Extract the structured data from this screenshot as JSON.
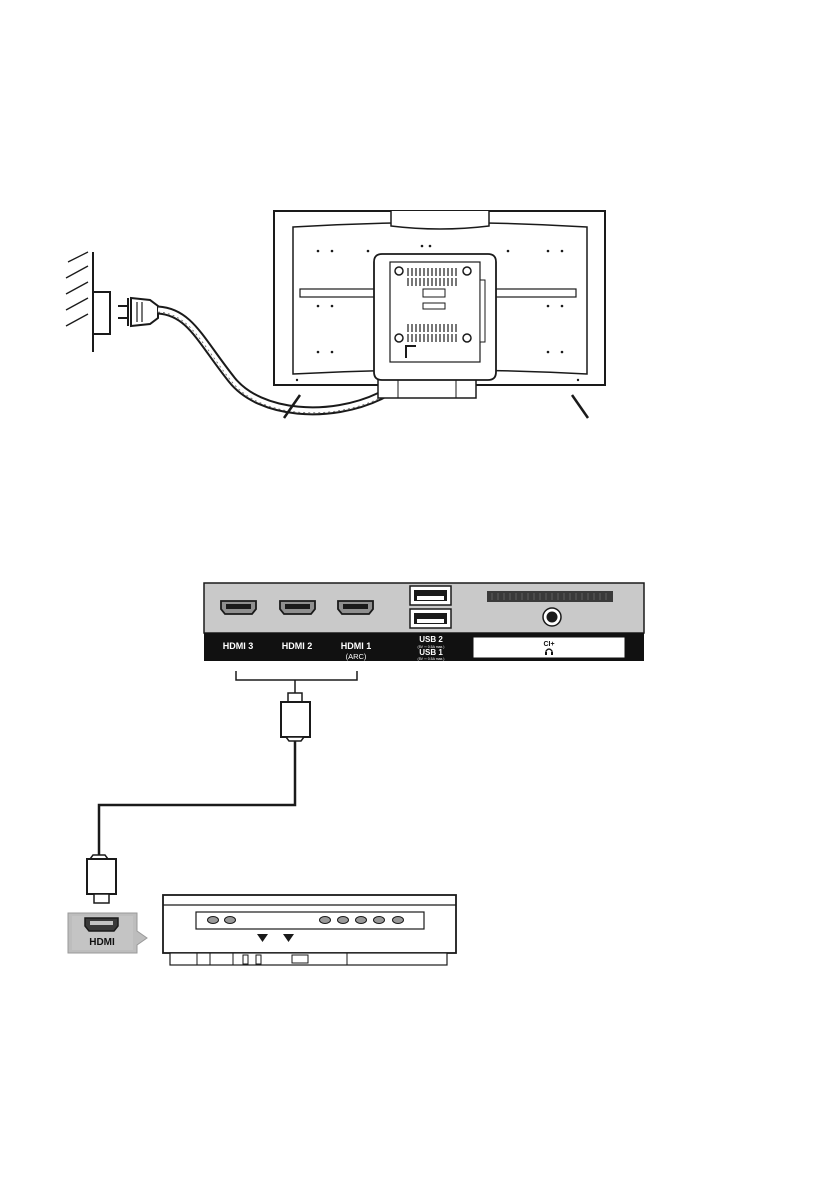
{
  "colors": {
    "line": "#1a1a1a",
    "panel_grey": "#c9c9c9",
    "label_strip": "#111111",
    "badge_grey": "#bdbdbd"
  },
  "icons": {
    "wall_outlet": "wall-outlet-icon",
    "power_plug": "power-plug-icon",
    "tv_back": "tv-back-icon",
    "hdmi_plug": "hdmi-plug-icon",
    "device": "external-device-icon",
    "headphone": "headphone-icon"
  },
  "panel": {
    "ports": [
      {
        "label": "HDMI 3",
        "sublabel": ""
      },
      {
        "label": "HDMI 2",
        "sublabel": ""
      },
      {
        "label": "HDMI 1",
        "sublabel": "(ARC)"
      }
    ],
    "usb_top": "USB 2",
    "usb_top_sub": "(5V ⎓ 0.5A max.)",
    "usb_bottom": "USB 1",
    "usb_bottom_sub": "(5V ⎓ 0.5A max.)",
    "ci_label": "CI+",
    "headphone_glyph": "∩"
  },
  "device": {
    "badge_label": "HDMI"
  }
}
